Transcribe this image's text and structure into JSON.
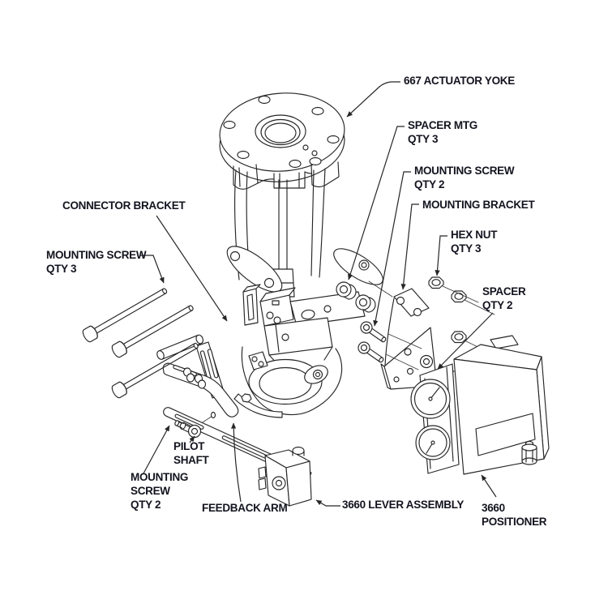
{
  "diagram": {
    "ink_color": "#262626",
    "label_color": "#13141f",
    "background": "#ffffff",
    "labels": {
      "actuator_yoke": "667 ACTUATOR YOKE",
      "spacer_mtg": "SPACER MTG\nQTY 3",
      "mounting_screw_right": "MOUNTING SCREW\nQTY 2",
      "mounting_bracket": "MOUNTING BRACKET",
      "hex_nut": "HEX NUT\nQTY 3",
      "spacer": "SPACER\nQTY 2",
      "connector_bracket": "CONNECTOR BRACKET",
      "mounting_screw_left": "MOUNTING SCREW\nQTY 3",
      "pilot_shaft": "PILOT\nSHAFT",
      "mounting_screw_bottom": "MOUNTING\nSCREW\nQTY 2",
      "feedback_arm": "FEEDBACK ARM",
      "lever_assembly": "3660 LEVER ASSEMBLY",
      "positioner": "3660\nPOSITIONER"
    }
  }
}
